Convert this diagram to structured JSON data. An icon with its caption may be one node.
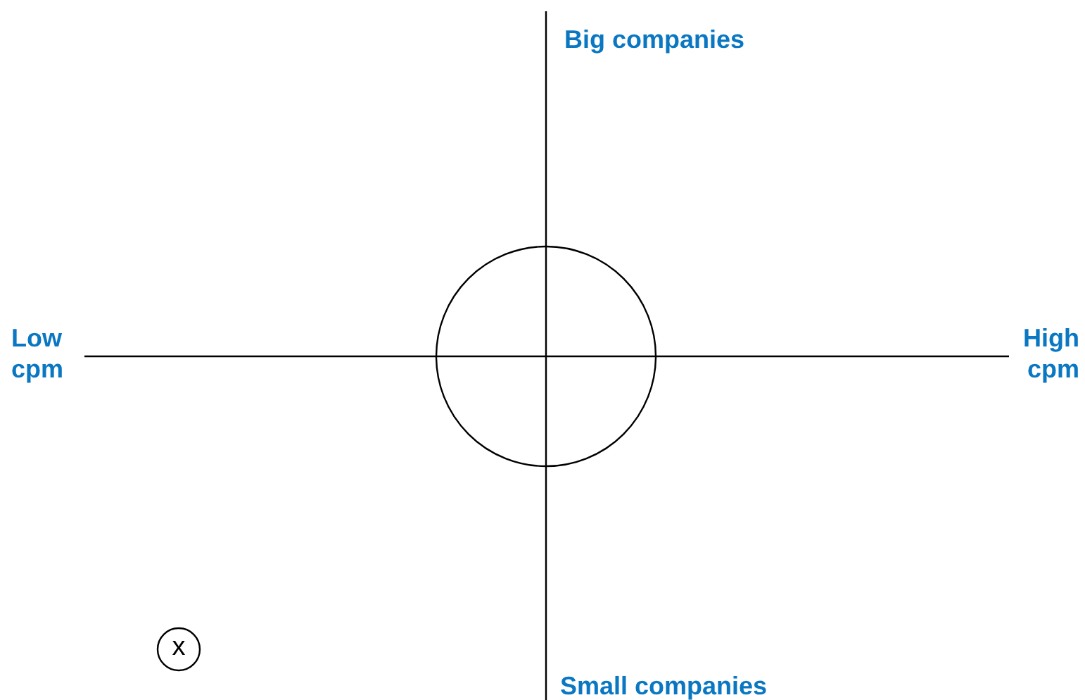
{
  "diagram": {
    "nodes": [
      {
        "text": [],
        "shape": "circle"
      },
      {
        "text": [
          "x"
        ]
      }
    ],
    "labels": [
      "Big companies",
      "Low cpm",
      "High cpm",
      "Small companies"
    ]
  }
}
